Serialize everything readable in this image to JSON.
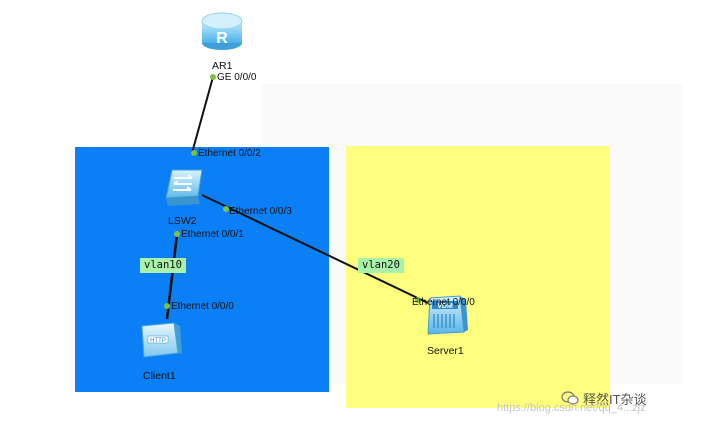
{
  "devices": {
    "router": {
      "name": "AR1",
      "icon": "router-icon",
      "glyph": "R"
    },
    "switch": {
      "name": "LSW2",
      "icon": "switch-icon"
    },
    "client": {
      "name": "Client1",
      "icon": "client-pc-icon",
      "screen_text": "HTTP"
    },
    "server": {
      "name": "Server1",
      "icon": "server-icon",
      "badge": "VDM"
    }
  },
  "interfaces": {
    "ar1_ge000": "GE 0/0/0",
    "lsw2_eth002": "Ethernet 0/0/2",
    "lsw2_eth003": "Ethernet 0/0/3",
    "lsw2_eth001": "Ethernet 0/0/1",
    "client_eth000": "Ethernet 0/0/0",
    "server_eth000": "Ethernet 0/0/0"
  },
  "vlans": {
    "blue": "vlan10",
    "yellow": "vlan20"
  },
  "colors": {
    "vlan10_zone": "#0b7ff6",
    "vlan20_zone": "#fffe7e",
    "port_dot": "#7ec242",
    "vlan_tag": "#a9f2a9"
  },
  "watermark": {
    "brand": "释然IT杂谈",
    "url": "https://blog.csdn.net/qq_4...zjz"
  }
}
